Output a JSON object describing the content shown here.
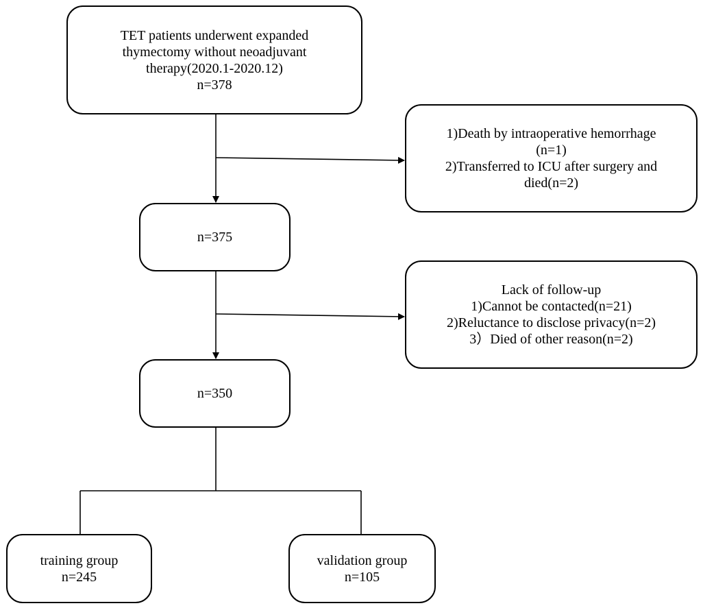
{
  "flowchart": {
    "start": {
      "lines": [
        "TET patients underwent expanded",
        "thymectomy without neoadjuvant",
        "therapy(2020.1-2020.12)",
        "n=378"
      ]
    },
    "exclusion_1": {
      "lines": [
        "1)Death by intraoperative hemorrhage",
        "(n=1)",
        "2)Transferred to ICU after surgery and",
        "died(n=2)"
      ]
    },
    "step_2": {
      "lines": [
        "n=375"
      ]
    },
    "exclusion_2": {
      "lines": [
        "Lack of follow-up",
        "1)Cannot be contacted(n=21)",
        "2)Reluctance to disclose privacy(n=2)",
        "3）Died of other reason(n=2)"
      ]
    },
    "step_3": {
      "lines": [
        "n=350"
      ]
    },
    "training_group": {
      "lines": [
        "training group",
        "n=245"
      ]
    },
    "validation_group": {
      "lines": [
        "validation group",
        "n=105"
      ]
    }
  },
  "colors": {
    "stroke": "#000000",
    "background": "#ffffff"
  }
}
